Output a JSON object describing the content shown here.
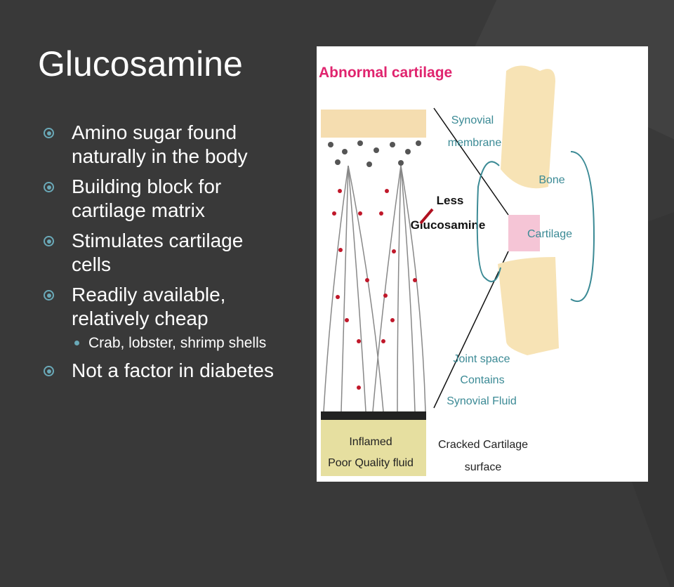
{
  "slide": {
    "title": "Glucosamine",
    "bullets": [
      {
        "text": "Amino sugar found naturally in the body"
      },
      {
        "text": "Building block for cartilage matrix"
      },
      {
        "text": "Stimulates cartilage cells"
      },
      {
        "text": "Readily available, relatively cheap",
        "sub": [
          "Crab, lobster, shrimp shells"
        ]
      },
      {
        "text": "Not a factor in diabetes"
      }
    ]
  },
  "figure": {
    "heading": "Abnormal cartilage",
    "less": "Less",
    "glucosamine": "Glucosamine",
    "synovial": "Synovial",
    "membrane": "membrane",
    "bone": "Bone",
    "cartilage": "Cartilage",
    "joint_space": "Joint space",
    "contains": "Contains",
    "synovial_fluid": "Synovial Fluid",
    "inflamed": "Inflamed",
    "poor_fluid": "Poor Quality fluid",
    "cracked": "Cracked Cartilage",
    "surface": "surface",
    "colors": {
      "heading": "#e0246e",
      "teal": "#3b8a95"
    }
  }
}
